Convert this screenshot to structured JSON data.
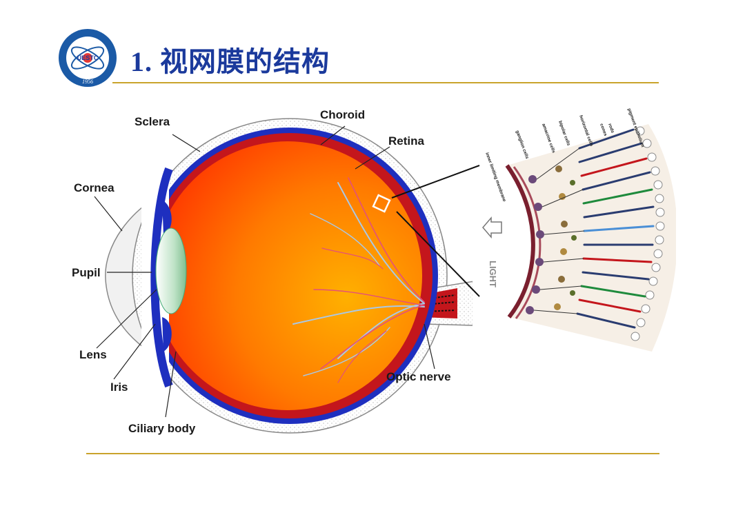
{
  "header": {
    "title": "1. 视网膜的结构"
  },
  "logo": {
    "name": "UESTC",
    "year": "1956"
  },
  "eye_labels": {
    "sclera": "Sclera",
    "choroid": "Choroid",
    "retina": "Retina",
    "cornea": "Cornea",
    "pupil": "Pupil",
    "lens": "Lens",
    "iris": "Iris",
    "ciliary_body": "Ciliary body",
    "optic_nerve": "Optic nerve"
  },
  "detail_labels": {
    "light": "LIGHT",
    "pigment_epithelium": "pigment epithelium",
    "rods": "rods",
    "cones": "cones",
    "horizontal_cells": "horizontal cells",
    "bipolar_cells": "bipolar cells",
    "amacrine_cells": "amacrine cells",
    "ganglion_cells": "ganglion cells",
    "inner_limiting_membrane": "inner limiting membrane"
  },
  "colors": {
    "title": "#1b3a9c",
    "rule": "#c9a32b",
    "choroid": "#1e2fbf",
    "retina": "#c4161c",
    "vitreous_center": "#ffb000",
    "vitreous_edge": "#ff3a00",
    "lens": "#bfe3c7"
  }
}
